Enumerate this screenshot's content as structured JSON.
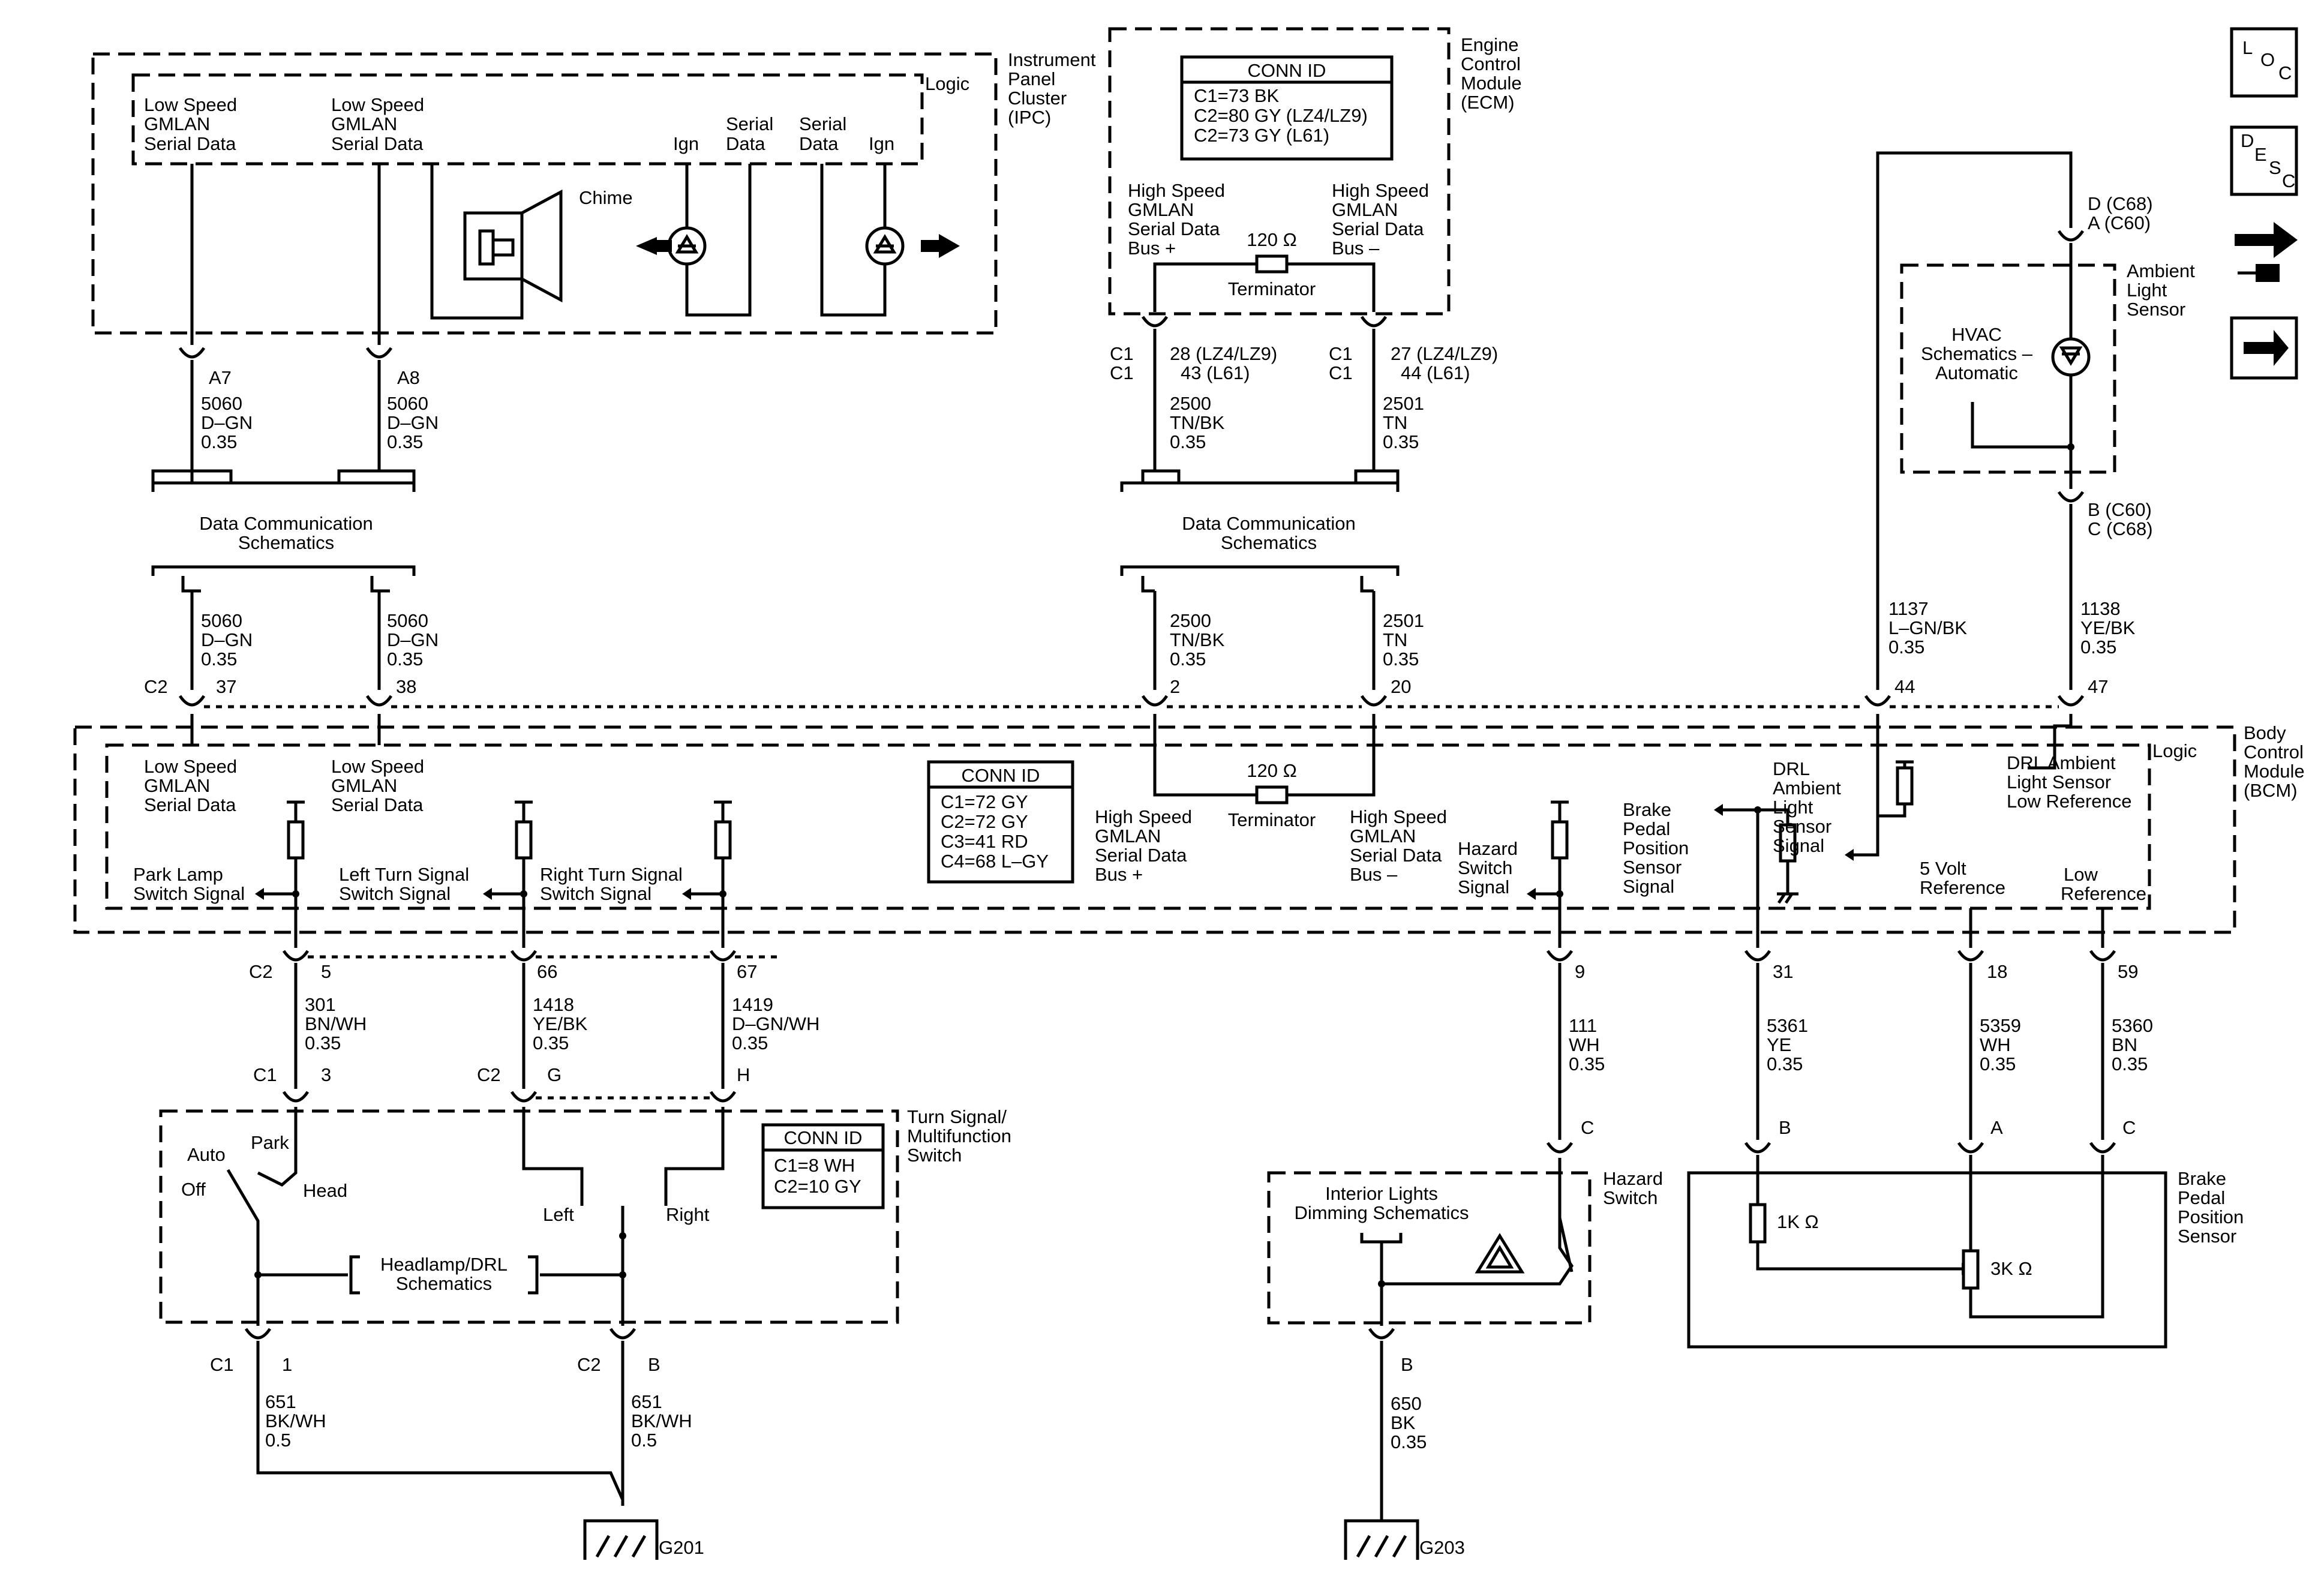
{
  "nav": {
    "loc": "LOC",
    "loc_l": "L",
    "loc_o": "O",
    "loc_c": "C",
    "desc_d": "D",
    "desc_e": "E",
    "desc_s": "S",
    "desc_c": "C"
  },
  "ipc": {
    "title": [
      "Instrument",
      "Panel",
      "Cluster",
      "(IPC)"
    ],
    "logic": "Logic",
    "ls1": [
      "Low Speed",
      "GMLAN",
      "Serial Data"
    ],
    "ls2": [
      "Low Speed",
      "GMLAN",
      "Serial Data"
    ],
    "chime": "Chime",
    "ign1": "Ign",
    "serial1": [
      "Serial",
      "Data"
    ],
    "serial2": [
      "Serial",
      "Data"
    ],
    "ign2": "Ign",
    "pin_a7": "A7",
    "pin_a8": "A8",
    "w1": [
      "5060",
      "D–GN",
      "0.35"
    ],
    "w2": [
      "5060",
      "D–GN",
      "0.35"
    ]
  },
  "dcs_left": [
    "Data Communication",
    "Schematics"
  ],
  "dcs_mid": [
    "Data Communication",
    "Schematics"
  ],
  "ecm": {
    "title": [
      "Engine",
      "Control",
      "Module",
      "(ECM)"
    ],
    "conn_title": "CONN ID",
    "conn": [
      "C1=73 BK",
      "C2=80 GY (LZ4/LZ9)",
      "C2=73 GY (L61)"
    ],
    "hs_plus": [
      "High Speed",
      "GMLAN",
      "Serial Data",
      "Bus +"
    ],
    "hs_minus": [
      "High Speed",
      "GMLAN",
      "Serial Data",
      "Bus –"
    ],
    "res": "120 Ω",
    "term": "Terminator",
    "c1a": [
      "C1",
      "C1"
    ],
    "c1b": [
      "C1",
      "C1"
    ],
    "pins_a": [
      "28 (LZ4/LZ9)",
      "43 (L61)"
    ],
    "pins_b": [
      "27 (LZ4/LZ9)",
      "44 (L61)"
    ],
    "w1": [
      "2500",
      "TN/BK",
      "0.35"
    ],
    "w2": [
      "2501",
      "TN",
      "0.35"
    ]
  },
  "upper_wires": {
    "w1": [
      "5060",
      "D–GN",
      "0.35"
    ],
    "w2": [
      "5060",
      "D–GN",
      "0.35"
    ],
    "w3": [
      "2500",
      "TN/BK",
      "0.35"
    ],
    "w4": [
      "2501",
      "TN",
      "0.35"
    ],
    "w5": [
      "1137",
      "L–GN/BK",
      "0.35"
    ],
    "w6": [
      "1138",
      "YE/BK",
      "0.35"
    ],
    "c2": "C2",
    "p37": "37",
    "p38": "38",
    "p2": "2",
    "p20": "20",
    "p44": "44",
    "p47": "47"
  },
  "als": {
    "title": [
      "Ambient",
      "Light",
      "Sensor"
    ],
    "hvac": [
      "HVAC",
      "Schematics –",
      "Automatic"
    ],
    "top": [
      "D (C68)",
      "A (C60)"
    ],
    "bot": [
      "B (C60)",
      "C (C68)"
    ]
  },
  "bcm": {
    "title": [
      "Body",
      "Control",
      "Module",
      "(BCM)"
    ],
    "logic": "Logic",
    "ls1": [
      "Low Speed",
      "GMLAN",
      "Serial Data"
    ],
    "ls2": [
      "Low Speed",
      "GMLAN",
      "Serial Data"
    ],
    "conn_title": "CONN ID",
    "conn": [
      "C1=72 GY",
      "C2=72 GY",
      "C3=41 RD",
      "C4=68 L–GY"
    ],
    "res": "120 Ω",
    "term": "Terminator",
    "hs_plus": [
      "High Speed",
      "GMLAN",
      "Serial Data",
      "Bus +"
    ],
    "hs_minus": [
      "High Speed",
      "GMLAN",
      "Serial Data",
      "Bus –"
    ],
    "park": [
      "Park Lamp",
      "Switch Signal"
    ],
    "lts": [
      "Left Turn Signal",
      "Switch Signal"
    ],
    "rts": [
      "Right Turn Signal",
      "Switch Signal"
    ],
    "haz": [
      "Hazard",
      "Switch",
      "Signal"
    ],
    "bpp": [
      "Brake",
      "Pedal",
      "Position",
      "Sensor",
      "Signal"
    ],
    "drl": [
      "DRL",
      "Ambient",
      "Light",
      "Sensor",
      "Signal"
    ],
    "five": [
      "5 Volt",
      "Reference"
    ],
    "low": [
      "Low",
      "Reference"
    ],
    "drl_low": [
      "DRL Ambient",
      "Light Sensor",
      "Low Reference"
    ]
  },
  "lower_wires": {
    "c2": "C2",
    "p5": "5",
    "p66": "66",
    "p67": "67",
    "p9": "9",
    "p31": "31",
    "p18": "18",
    "p59": "59",
    "w301": [
      "301",
      "BN/WH",
      "0.35"
    ],
    "w1418": [
      "1418",
      "YE/BK",
      "0.35"
    ],
    "w1419": [
      "1419",
      "D–GN/WH",
      "0.35"
    ],
    "w111": [
      "111",
      "WH",
      "0.35"
    ],
    "w5361": [
      "5361",
      "YE",
      "0.35"
    ],
    "w5359": [
      "5359",
      "WH",
      "0.35"
    ],
    "w5360": [
      "5360",
      "BN",
      "0.35"
    ],
    "c1": "C1",
    "p3": "3",
    "c2b": "C2",
    "pG": "G",
    "pH": "H",
    "pC": "C",
    "pB": "B",
    "pA": "A",
    "pC2": "C"
  },
  "tsw": {
    "title": [
      "Turn Signal/",
      "Multifunction",
      "Switch"
    ],
    "conn_title": "CONN ID",
    "conn": [
      "C1=8 WH",
      "C2=10 GY"
    ],
    "auto": "Auto",
    "off": "Off",
    "park": "Park",
    "head": "Head",
    "left": "Left",
    "right": "Right",
    "hdrl": [
      "Headlamp/DRL",
      "Schematics"
    ],
    "c1": "C1",
    "p1": "1",
    "c2": "C2",
    "pB": "B",
    "w1": [
      "651",
      "BK/WH",
      "0.5"
    ],
    "w2": [
      "651",
      "BK/WH",
      "0.5"
    ],
    "g201": "G201"
  },
  "haz": {
    "title": [
      "Hazard",
      "Switch"
    ],
    "ild": [
      "Interior Lights",
      "Dimming Schematics"
    ],
    "pB": "B",
    "w": [
      "650",
      "BK",
      "0.35"
    ],
    "g203": "G203"
  },
  "bpps": {
    "title": [
      "Brake",
      "Pedal",
      "Position",
      "Sensor"
    ],
    "r1": "1K Ω",
    "r3": "3K Ω"
  }
}
